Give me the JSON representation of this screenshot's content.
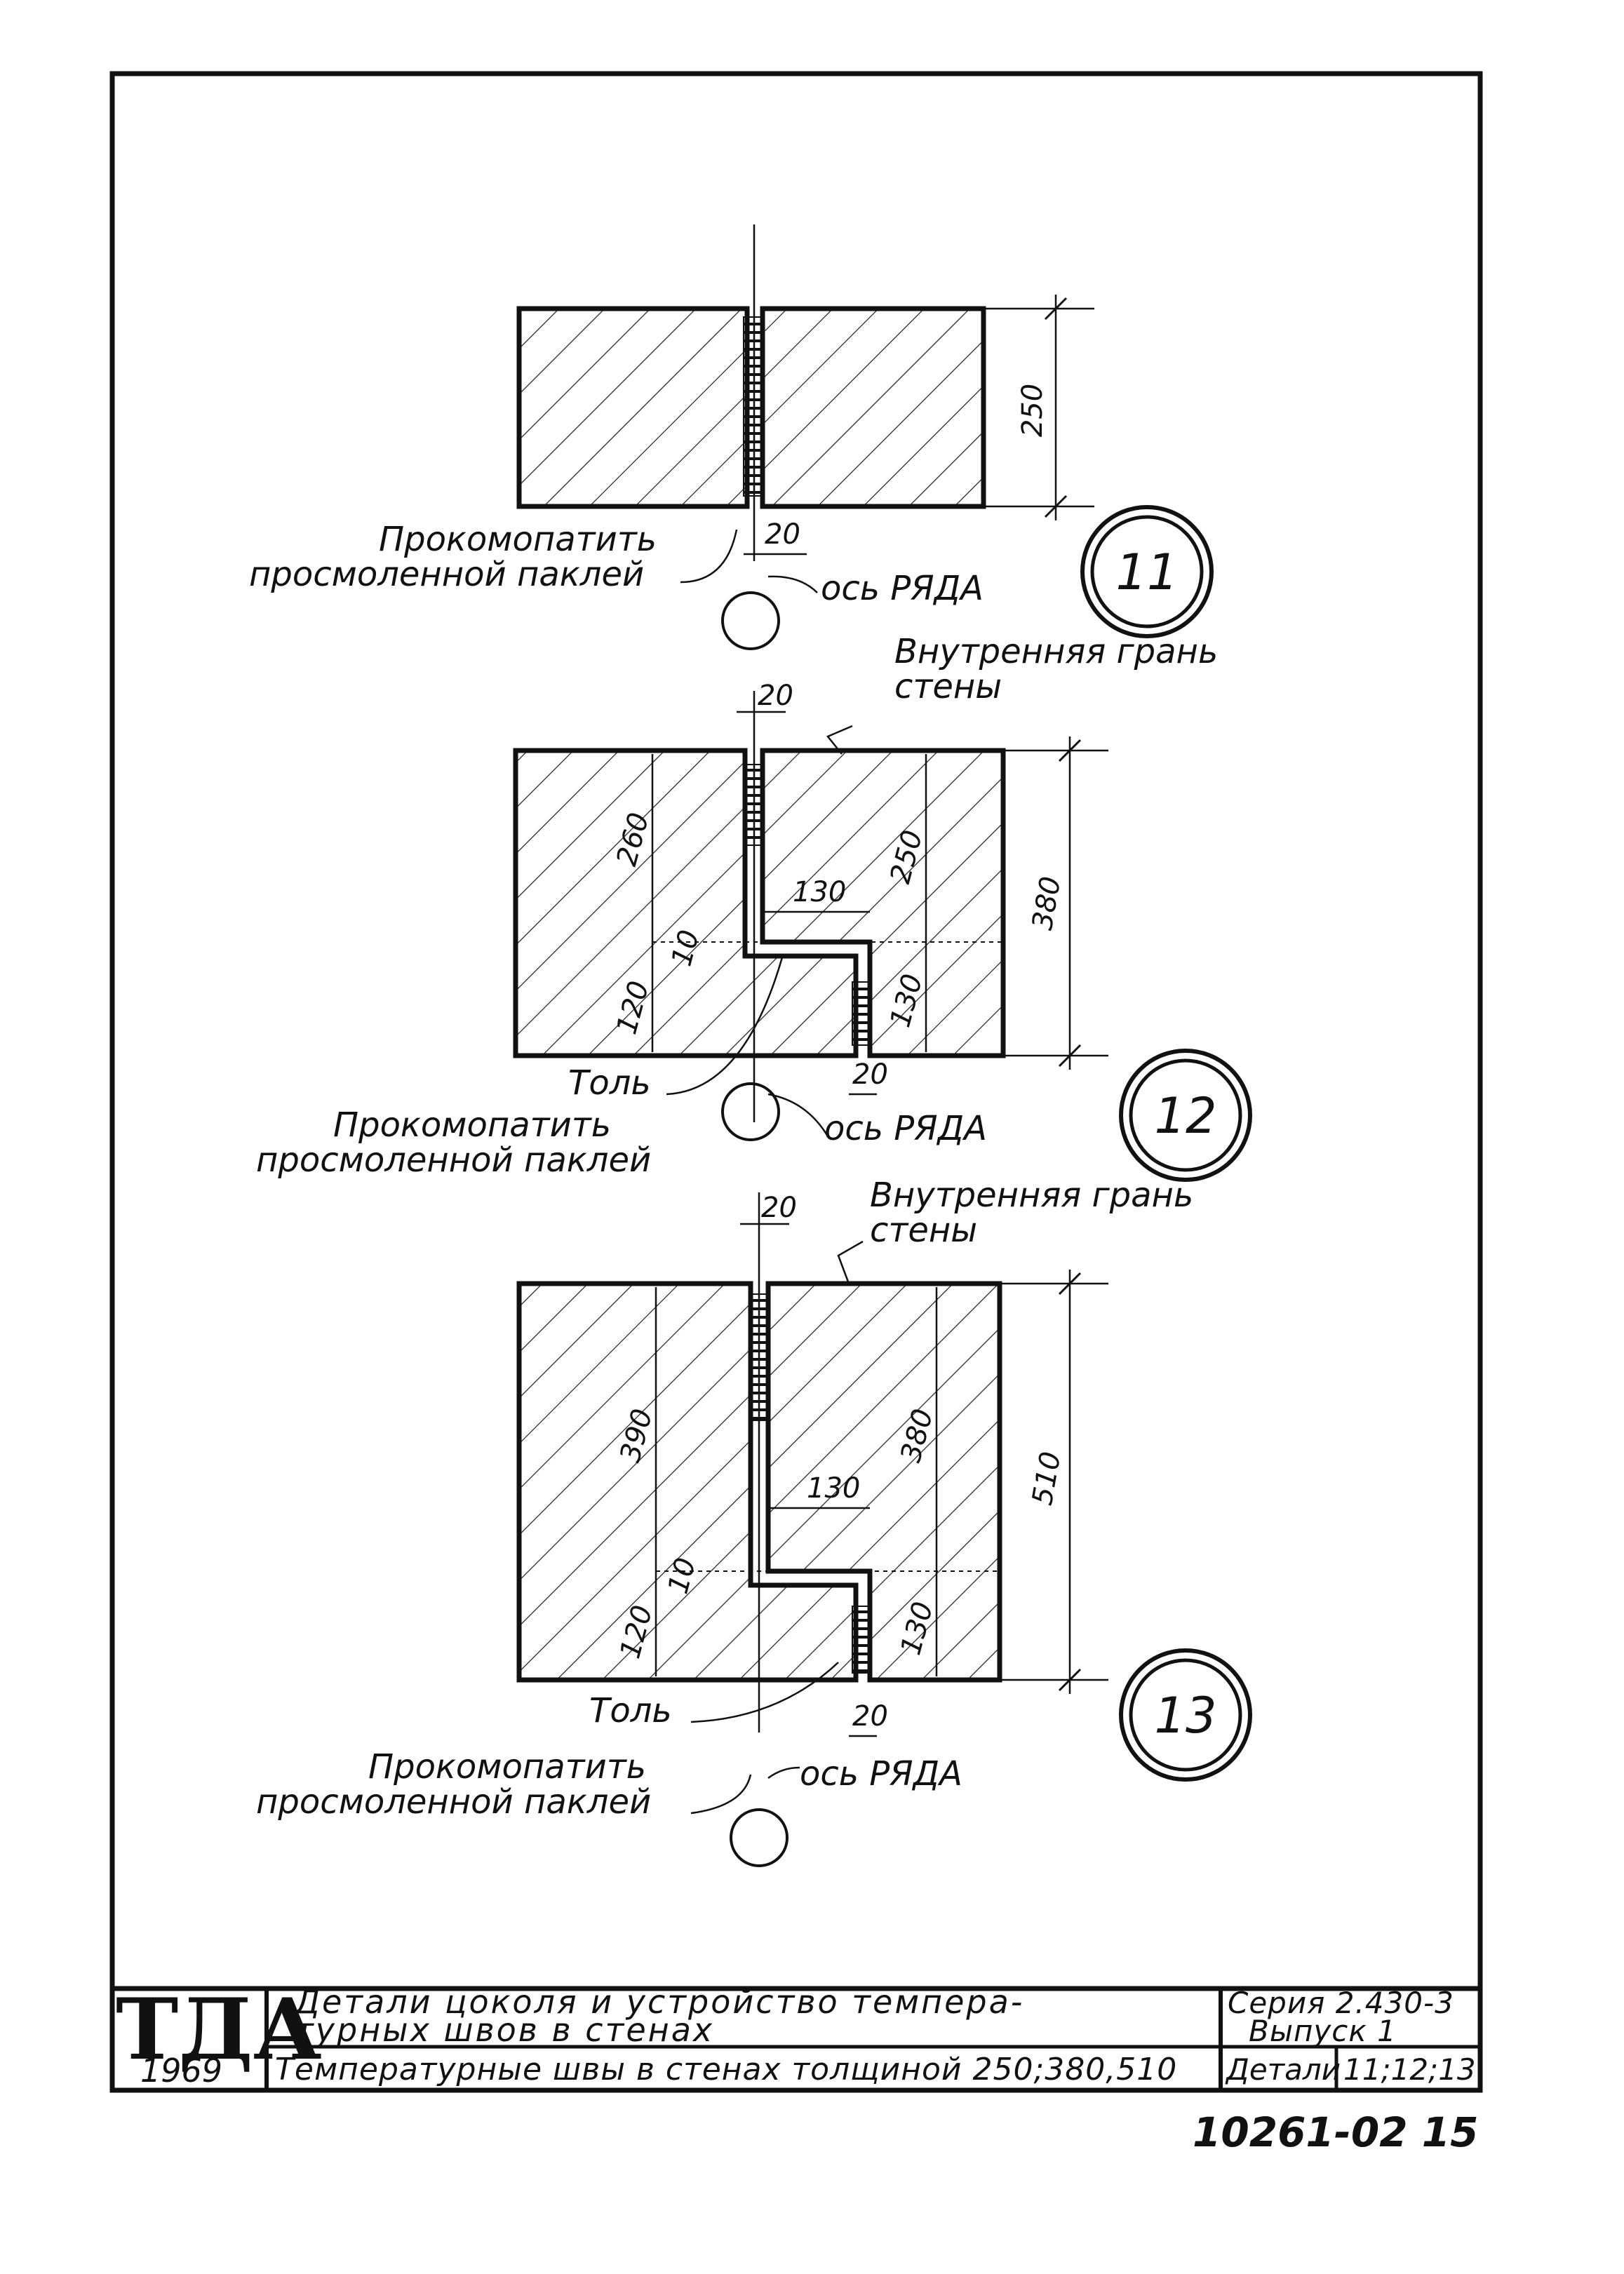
{
  "details": [
    {
      "number": "11",
      "dimensions": {
        "gap": "20",
        "thickness": "250"
      },
      "note": [
        "Прокомопатить",
        "просмоленной паклей"
      ],
      "axis": "ось РЯДА"
    },
    {
      "number": "12",
      "dimensions": {
        "gap_top": "20",
        "left_upper": "260",
        "right_upper": "250",
        "step": "130",
        "lip": "10",
        "left_lower": "120",
        "right_lower": "130",
        "gap_bottom": "20",
        "thickness": "380"
      },
      "inner_face": [
        "Внутренняя грань",
        "стены"
      ],
      "tol": "Толь",
      "note": [
        "Прокомопатить",
        "просмоленной паклей"
      ],
      "axis": "ось РЯДА"
    },
    {
      "number": "13",
      "dimensions": {
        "gap_top": "20",
        "left_upper": "390",
        "right_upper": "380",
        "step": "130",
        "lip": "10",
        "left_lower": "120",
        "right_lower": "130",
        "gap_bottom": "20",
        "thickness": "510"
      },
      "inner_face": [
        "Внутренняя грань",
        "стены"
      ],
      "tol": "Толь",
      "note": [
        "Прокомопатить",
        "просмоленной паклей"
      ],
      "axis": "ось РЯДА"
    }
  ],
  "title_block": {
    "logo": "ТДА",
    "year": "1969",
    "title_line1": "Детали цоколя и устройство темпера-",
    "title_line2": "турных швов в стенах",
    "subtitle": "Температурные швы в стенах толщиной 250;380,510",
    "series_line1": "Серия 2.430-3",
    "series_line2": "Выпуск 1",
    "details_label": "Детали",
    "details_value": "11;12;13"
  },
  "sheet_code": "10261-02 15"
}
